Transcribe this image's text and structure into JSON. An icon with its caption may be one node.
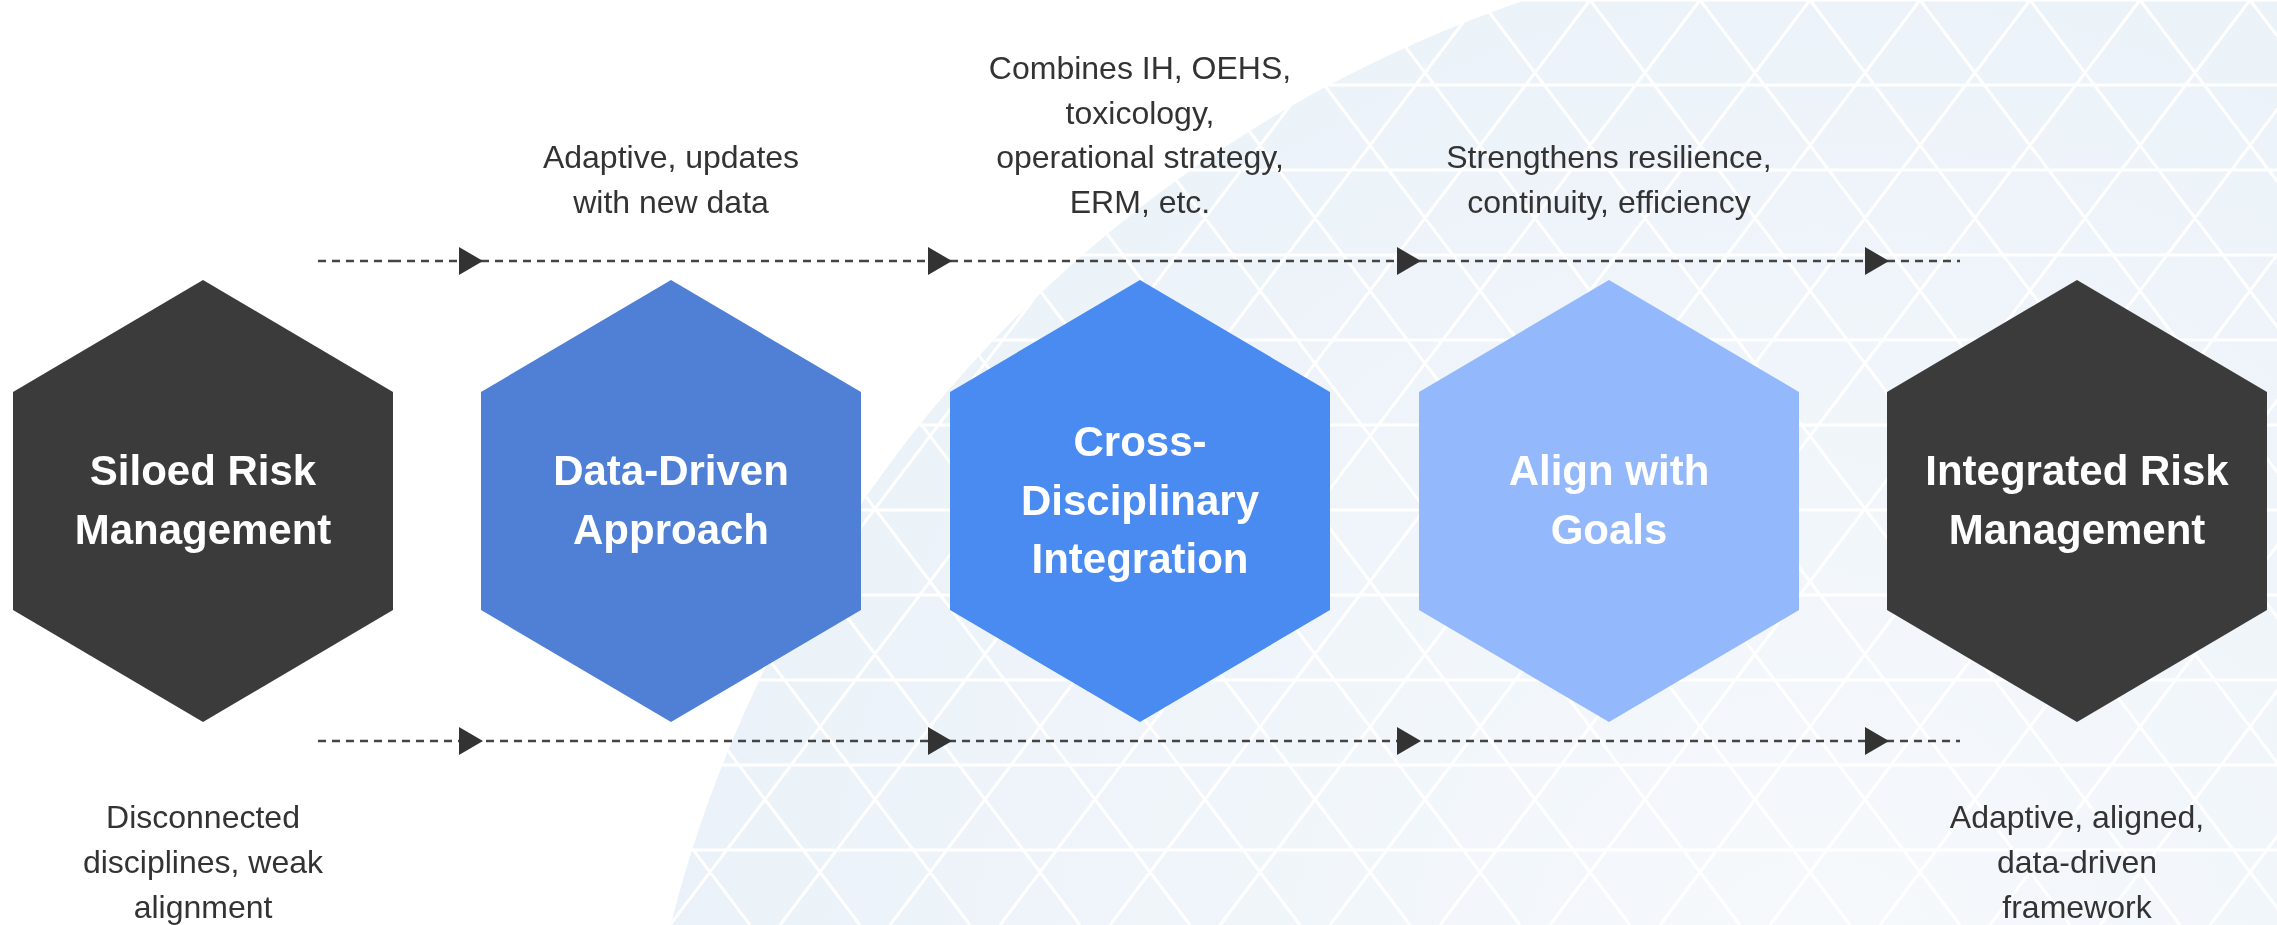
{
  "diagram": {
    "nodes": [
      {
        "text": [
          "Siloed Risk Management"
        ],
        "beside": [
          "Disconnected disciplines, weak alignment"
        ]
      },
      {
        "text": [
          "Data-Driven Approach"
        ],
        "beside": [
          "Adaptive, updates with new data"
        ]
      },
      {
        "text": [
          "Cross-Disciplinary Integration"
        ],
        "beside": [
          "Combines IH, OEHS, toxicology, operational strategy, ERM, etc."
        ]
      },
      {
        "text": [
          "Align with Goals"
        ],
        "beside": [
          "Strengthens resilience, continuity, efficiency"
        ]
      },
      {
        "text": [
          "Integrated Risk Management"
        ],
        "beside": [
          "Adaptive, aligned, data-driven framework"
        ]
      }
    ],
    "edges": [
      {
        "from": 0,
        "to": 1,
        "arrow": "to",
        "style": "dashed"
      },
      {
        "from": 1,
        "to": 2,
        "arrow": "to",
        "style": "dashed"
      },
      {
        "from": 2,
        "to": 3,
        "arrow": "to",
        "style": "dashed"
      },
      {
        "from": 3,
        "to": 4,
        "arrow": "to",
        "style": "dashed"
      }
    ]
  }
}
